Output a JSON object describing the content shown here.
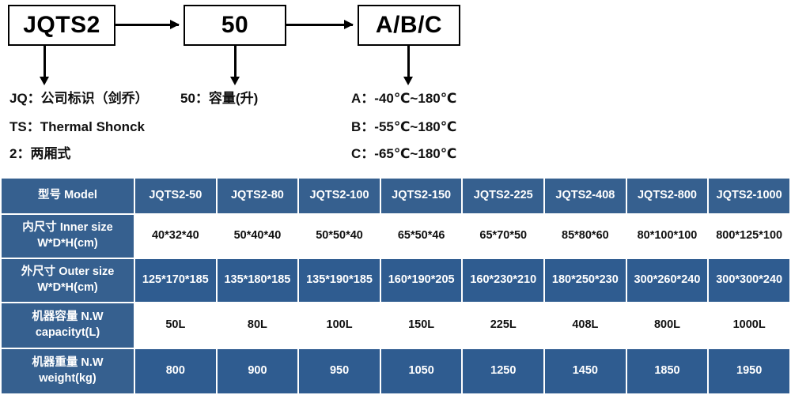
{
  "diagram": {
    "boxes": [
      {
        "name": "model-code",
        "text": "JQTS2"
      },
      {
        "name": "volume-code",
        "text": "50"
      },
      {
        "name": "temp-code",
        "text": "A/B/C"
      }
    ],
    "legend": {
      "jq": "JQ：公司标识（剑乔）",
      "ts": "TS：Thermal Shonck",
      "two": "2：两厢式",
      "fifty": "50：容量(升)",
      "a": "A：-40℃~180℃",
      "b": "B：-55℃~180℃",
      "c": "C：-65℃~180℃"
    }
  },
  "table": {
    "header": {
      "label": "型号 Model",
      "models": [
        "JQTS2-50",
        "JQTS2-80",
        "JQTS2-100",
        "JQTS2-150",
        "JQTS2-225",
        "JQTS2-408",
        "JQTS2-800",
        "JQTS2-1000"
      ]
    },
    "rows": [
      {
        "name": "inner-size",
        "label_line1": "内尺寸 Inner size",
        "label_line2": "W*D*H(cm)",
        "values": [
          "40*32*40",
          "50*40*40",
          "50*50*40",
          "65*50*46",
          "65*70*50",
          "85*80*60",
          "80*100*100",
          "800*125*100"
        ]
      },
      {
        "name": "outer-size",
        "label_line1": "外尺寸 Outer size",
        "label_line2": "W*D*H(cm)",
        "values": [
          "125*170*185",
          "135*180*185",
          "135*190*185",
          "160*190*205",
          "160*230*210",
          "180*250*230",
          "300*260*240",
          "300*300*240"
        ]
      },
      {
        "name": "capacity",
        "label_line1": "机器容量 N.W",
        "label_line2": "capacityt(L)",
        "values": [
          "50L",
          "80L",
          "100L",
          "150L",
          "225L",
          "408L",
          "800L",
          "1000L"
        ]
      },
      {
        "name": "weight",
        "label_line1": "机器重量 N.W",
        "label_line2": "weight(kg)",
        "values": [
          "800",
          "900",
          "950",
          "1050",
          "1250",
          "1450",
          "1850",
          "1950"
        ]
      }
    ]
  },
  "colors": {
    "header_blue": "#36608f",
    "data_blue": "#2f5c90",
    "white": "#ffffff",
    "text_dark": "#111111"
  }
}
